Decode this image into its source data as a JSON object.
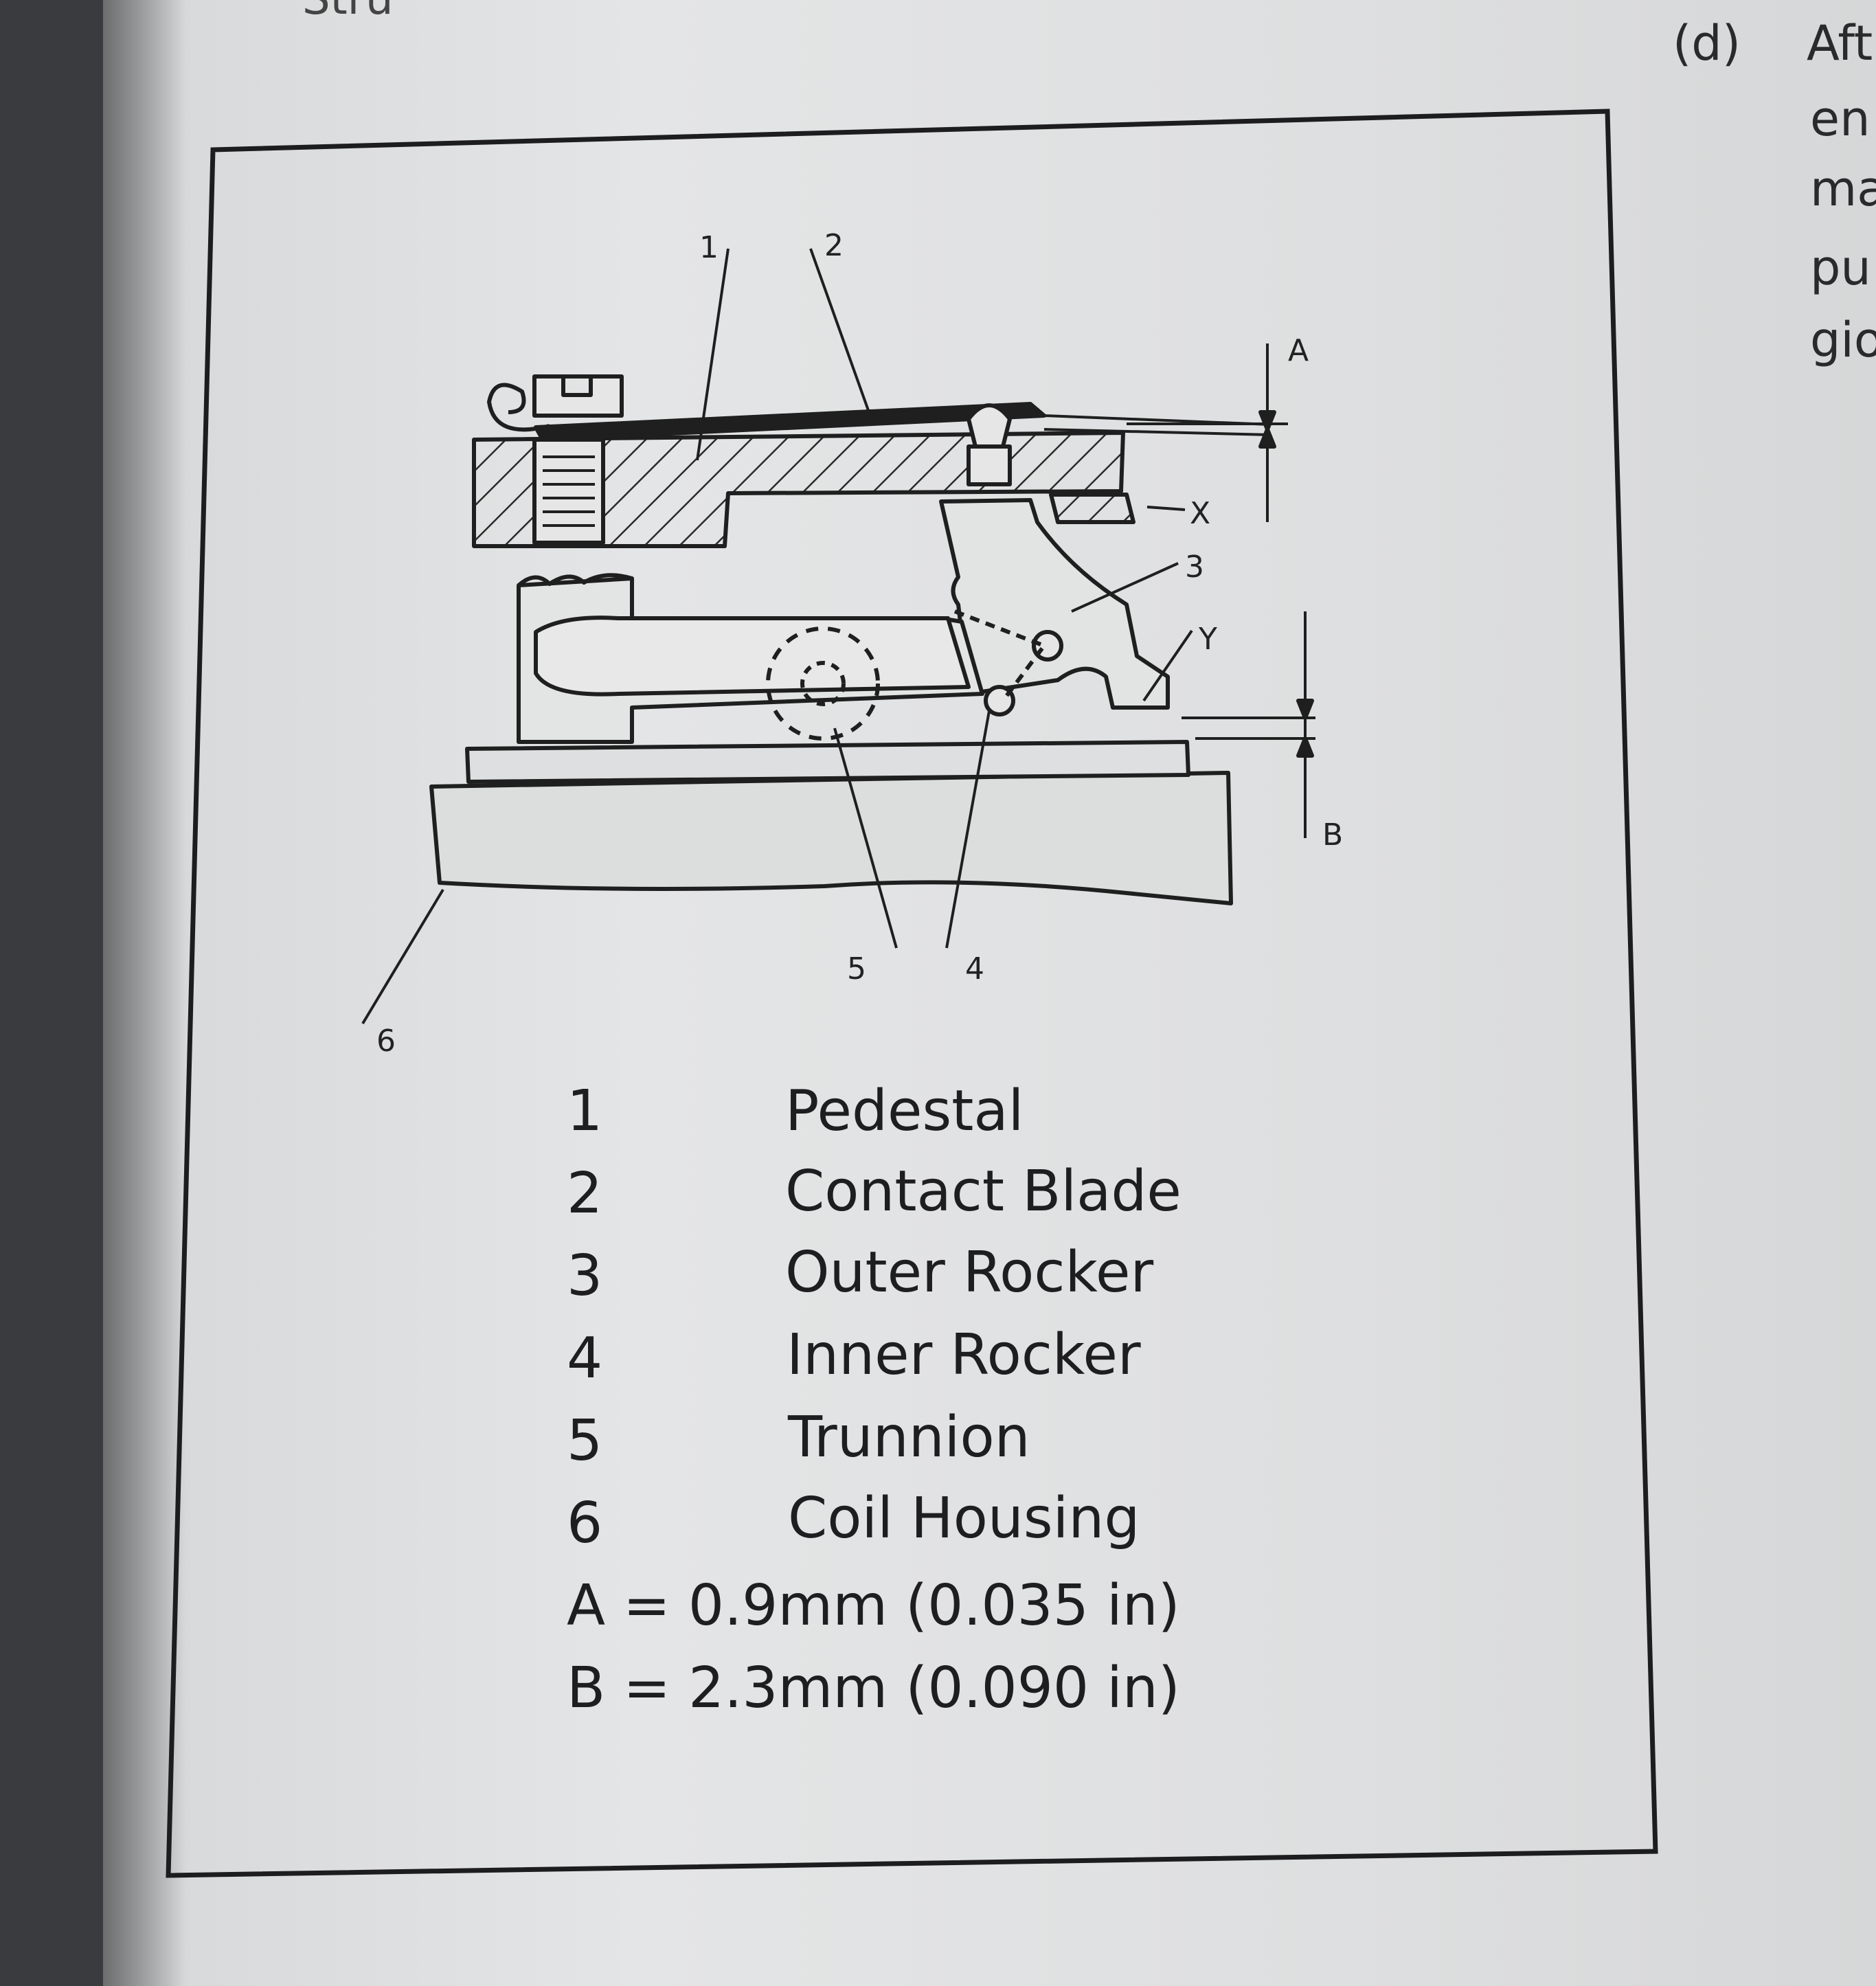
{
  "side_text": {
    "label": "(d)",
    "words": [
      "Aft",
      "en",
      "ma",
      "pu",
      "gio"
    ],
    "top_fragment": "Stru"
  },
  "callouts": {
    "c1": "1",
    "c2": "2",
    "c3": "3",
    "c4": "4",
    "c5": "5",
    "c6": "6",
    "x": "X",
    "y": "Y",
    "a": "A",
    "b": "B"
  },
  "legend": {
    "items": [
      {
        "num": "1",
        "label": "Pedestal"
      },
      {
        "num": "2",
        "label": "Contact Blade"
      },
      {
        "num": "3",
        "label": "Outer Rocker"
      },
      {
        "num": "4",
        "label": "Inner Rocker"
      },
      {
        "num": "5",
        "label": "Trunnion"
      },
      {
        "num": "6",
        "label": "Coil Housing"
      }
    ],
    "eq_a": "A = 0.9mm (0.035 in)",
    "eq_b": "B = 2.3mm (0.090 in)"
  }
}
